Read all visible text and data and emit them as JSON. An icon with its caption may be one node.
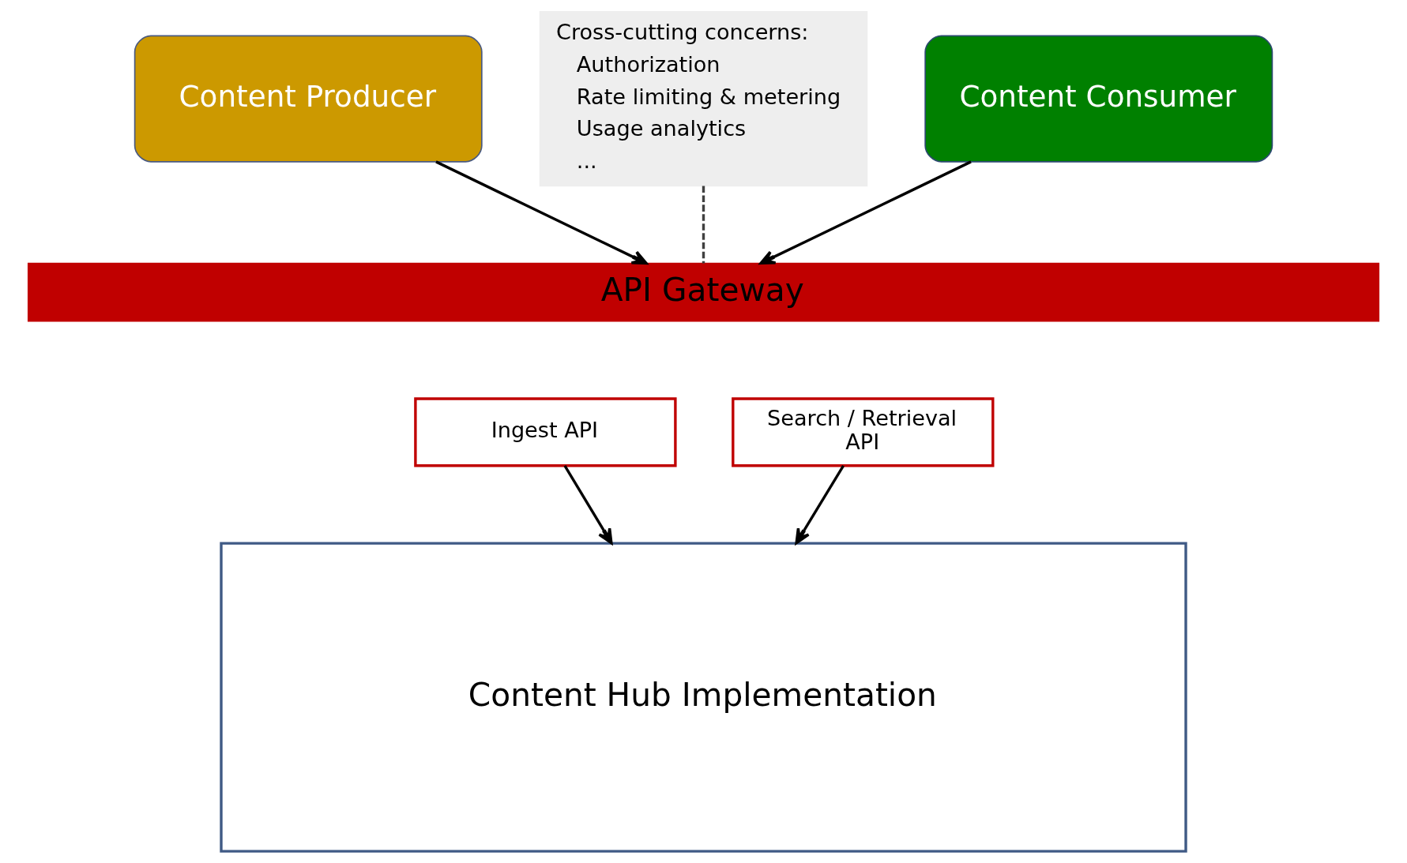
{
  "diagram": {
    "nodes": [
      {
        "text": [
          "Content Producer"
        ]
      },
      {
        "text": [
          "Content Consumer"
        ]
      },
      {
        "text": [
          "Cross-cutting concerns:",
          "Authorization",
          "Rate limiting & metering",
          "Usage analytics",
          "..."
        ]
      },
      {
        "text": [
          "API Gateway"
        ]
      },
      {
        "text": [
          "Ingest API"
        ]
      },
      {
        "text": [
          "Search / Retrieval API"
        ]
      },
      {
        "text": [
          "Content Hub Implementation"
        ]
      }
    ],
    "edges": [
      {
        "from": 0,
        "to": 3,
        "arrow": "to"
      },
      {
        "from": 2,
        "to": 3,
        "arrow": "none",
        "style": "dashed",
        "color": "#404040"
      },
      {
        "from": 1,
        "to": 3,
        "arrow": "to"
      },
      {
        "from": 4,
        "to": 6,
        "arrow": "to"
      },
      {
        "from": 5,
        "to": 6,
        "arrow": "to"
      }
    ]
  }
}
